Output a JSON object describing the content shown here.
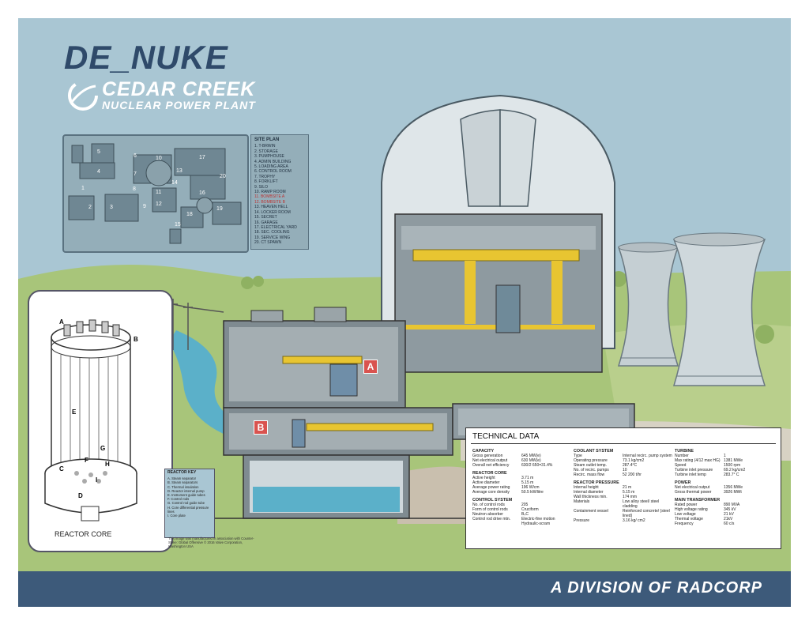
{
  "header": {
    "title": "DE_NUKE",
    "plant_name": "CEDAR CREEK",
    "plant_subtitle": "NUCLEAR POWER PLANT"
  },
  "site_plan": {
    "heading": "SITE PLAN",
    "items": [
      "1. T-BRWIN",
      "2. STORAGE",
      "3. PUMPHOUSE",
      "4. ADMIN BUILDING",
      "5. LOADING AREA",
      "6. CONTROL ROOM",
      "7. TROPHY",
      "8. FORKLIFT",
      "9. SILO",
      "10. RAMP ROOM",
      "11. BOMBSITE A",
      "12. BOMBSITE B",
      "13. HEAVEN HELL",
      "14. LOCKER ROOM",
      "15. SECRET",
      "16. GARAGE",
      "17. ELECTRICAL YARD",
      "18. SEC. COOLING",
      "19. SERVICE WING",
      "20. CT SPAWN"
    ],
    "highlighted": [
      "11. BOMBSITE A",
      "12. BOMBSITE B"
    ],
    "map_numbers": [
      "1",
      "2",
      "3",
      "4",
      "5",
      "6",
      "7",
      "8",
      "9",
      "10",
      "11",
      "12",
      "13",
      "14",
      "15",
      "16",
      "17",
      "18",
      "19",
      "20"
    ]
  },
  "reactor_core": {
    "label": "REACTOR CORE",
    "letters": [
      "A",
      "B",
      "C",
      "D",
      "E",
      "F",
      "G",
      "H",
      "I"
    ]
  },
  "reactor_key": {
    "heading": "REACTOR KEY",
    "items": [
      "A. Steam separator",
      "B. Steam separators",
      "C. Thermal insulation",
      "D. Reactor internal pump",
      "E. Instrument guide tubes",
      "F. Control rods",
      "G. Control rod guide tube",
      "H. Core differential pressure lines",
      "I. Core plate"
    ]
  },
  "credit": "This image was manufactured in association with Counter-Strike: Global Offensive © 2016 Valve Corporation, Washington USA",
  "bombsite_labels": {
    "a": "A",
    "b": "B"
  },
  "technical_data": {
    "heading": "TECHNICAL DATA",
    "capacity": {
      "heading": "CAPACITY",
      "rows": [
        [
          "Gross generation",
          "645 MW(e)"
        ],
        [
          "Net electrical output",
          "630 MW(e)"
        ],
        [
          "Overall net efficiency",
          "630/2 650=31.4%"
        ]
      ]
    },
    "reactor_core": {
      "heading": "REACTOR CORE",
      "rows": [
        [
          "Active height",
          "3.71 m"
        ],
        [
          "Active diameter",
          "5.15 m"
        ],
        [
          "Average power rating",
          "196 W/cm"
        ],
        [
          "Average core density",
          "50.5 kW/litre"
        ]
      ]
    },
    "control_system": {
      "heading": "CONTROL SYSTEM",
      "rows": [
        [
          "No. of control rods",
          "205"
        ],
        [
          "Form of control rods",
          "Cruciform"
        ],
        [
          "Neutron absorber",
          "B₄C"
        ],
        [
          "Control rod drive mtn.",
          "Electric-fine motion Hydraulic-scram"
        ]
      ]
    },
    "coolant_system": {
      "heading": "COOLANT SYSTEM",
      "rows": [
        [
          "Type",
          "Internal recirc. pump system"
        ],
        [
          "Operating pressure",
          "73.1 kg/cm2"
        ],
        [
          "Steam outlet temp.",
          "287.4°C"
        ],
        [
          "No. of recirc. pumps",
          "10"
        ],
        [
          "Recirc. mass flow",
          "52 200 t/hr"
        ]
      ]
    },
    "reactor_pressure": {
      "heading": "REACTOR PRESSURE",
      "rows": [
        [
          "Internal height",
          "21 m"
        ],
        [
          "Internal diameter",
          "5.15 m"
        ],
        [
          "Wall thickness min.",
          "174 mm"
        ],
        [
          "Materials",
          "Low alloy steel/ steel cladding"
        ],
        [
          "Containment vessel",
          "Reinforced concrete/ (steel lined)"
        ],
        [
          "Pressure",
          "3.16 kg/ cm2"
        ]
      ]
    },
    "turbine": {
      "heading": "TURBINE",
      "rows": [
        [
          "Number",
          "1"
        ],
        [
          "Max rating (4/12 max HG)",
          "1381 MWe"
        ],
        [
          "Speed",
          "1500 rpm"
        ],
        [
          "Turbine inlet pressure",
          "69.2 kg/cm2"
        ],
        [
          "Turbine inlet temp",
          "283.7° C"
        ]
      ]
    },
    "power": {
      "heading": "POWER",
      "rows": [
        [
          "Net electrical output",
          "1356 MWe"
        ],
        [
          "Gross thermal power",
          "3926 MWt"
        ]
      ]
    },
    "main_transformer": {
      "heading": "MAIN TRANSFORMER",
      "rows": [
        [
          "Rated power",
          "890 MVA"
        ],
        [
          "High voltage rating",
          "345 kV"
        ],
        [
          "Low voltage",
          "21 kV"
        ],
        [
          "Thermal voltage",
          "21kV"
        ],
        [
          "Frequency",
          "60 c/s"
        ]
      ]
    }
  },
  "footer": {
    "text": "A DIVISION OF RADCORP"
  },
  "colors": {
    "sky": "#a9c6d3",
    "title": "#2f4a6a",
    "footer_band": "#3d5a7a",
    "crane_yellow": "#e8c531",
    "bombsite_red": "#d9534f",
    "grass": "#a8c57a",
    "water": "#5bb0c9"
  }
}
